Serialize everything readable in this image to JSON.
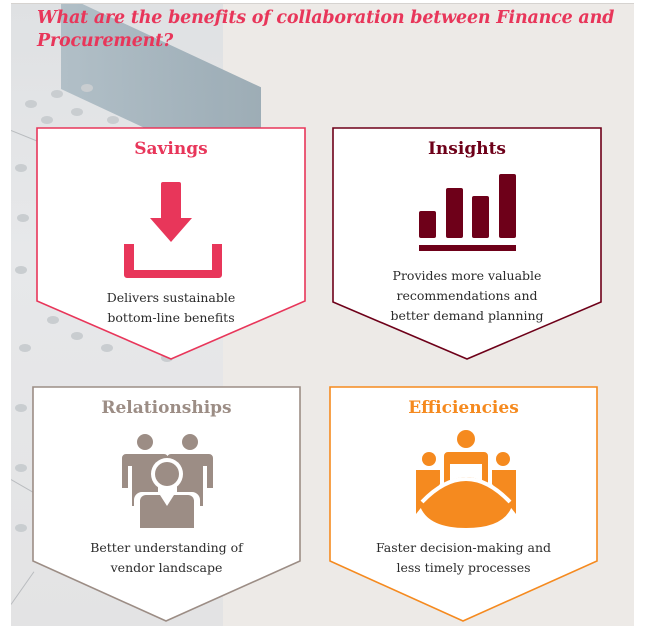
{
  "title": "What are the benefits of collaboration between Finance and Procurement?",
  "colors": {
    "title": "#e8365a",
    "savings": "#e8365a",
    "insights": "#6e0019",
    "relationships": "#9c8d85",
    "efficiencies": "#f58a1f",
    "panel_bg": "#edeae7"
  },
  "cards": [
    {
      "id": "savings",
      "title": "Savings",
      "icon": "download-icon",
      "description_line1": "Delivers sustainable",
      "description_line2": "bottom-line benefits",
      "description_line3": ""
    },
    {
      "id": "insights",
      "title": "Insights",
      "icon": "bar-chart-icon",
      "description_line1": "Provides more valuable",
      "description_line2": "recommendations and",
      "description_line3": "better demand planning"
    },
    {
      "id": "relationships",
      "title": "Relationships",
      "icon": "people-group-icon",
      "description_line1": "Better understanding of",
      "description_line2": "vendor landscape",
      "description_line3": ""
    },
    {
      "id": "efficiencies",
      "title": "Efficiencies",
      "icon": "meeting-table-icon",
      "description_line1": "Faster decision-making and",
      "description_line2": "less timely processes",
      "description_line3": ""
    }
  ]
}
